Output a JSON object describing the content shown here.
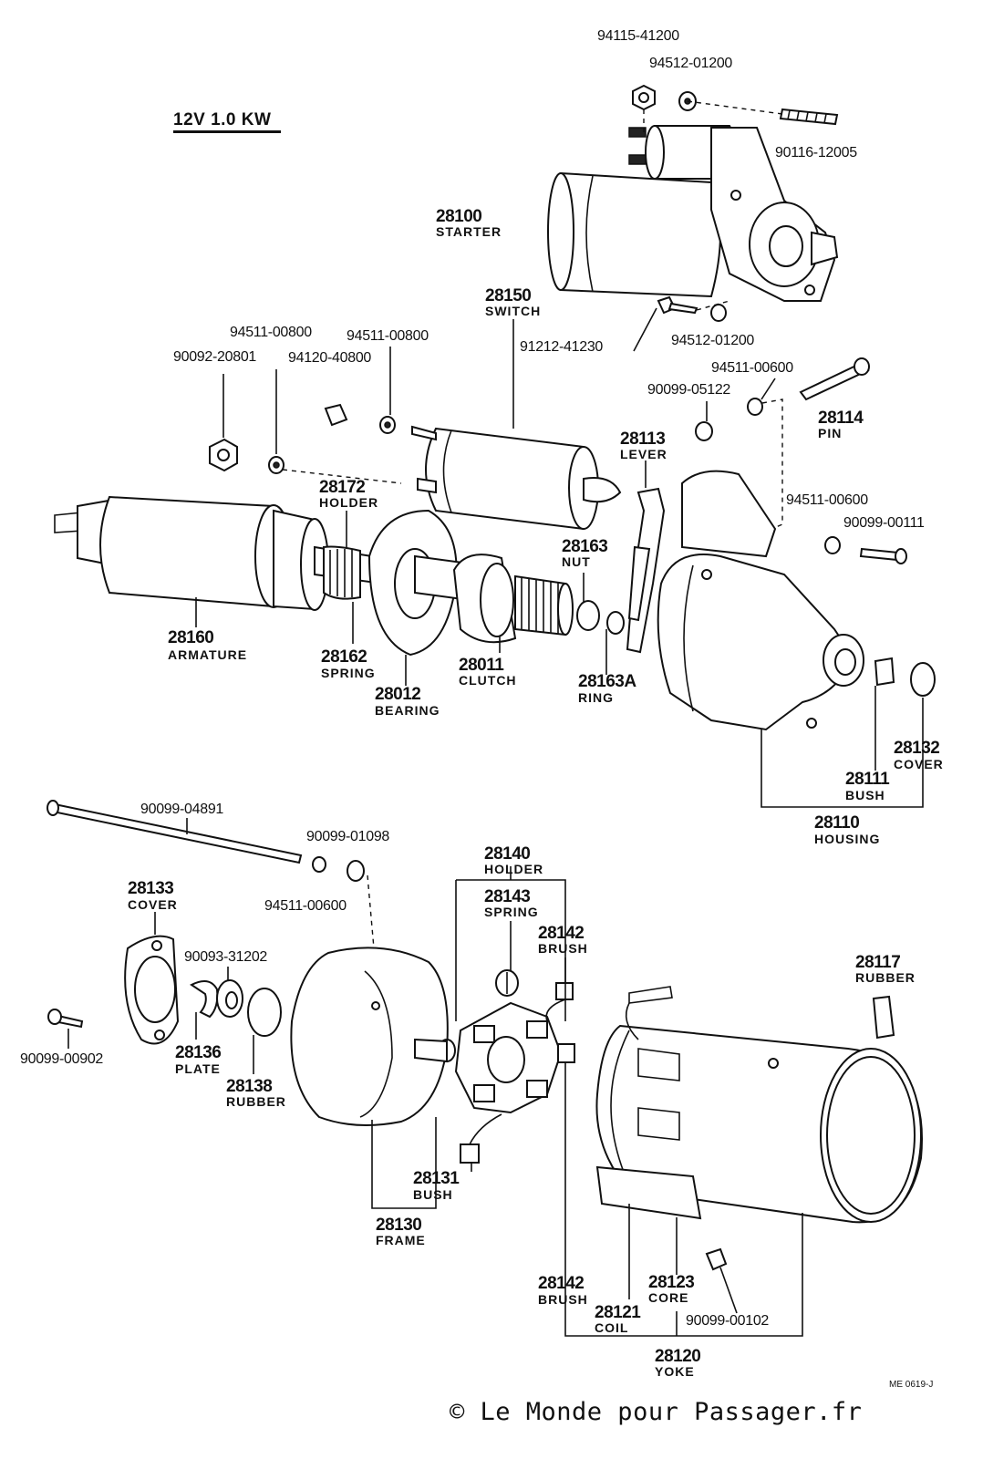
{
  "title": "12V 1.0 KW",
  "drawing_code": "ME 0619-J",
  "watermark": "© Le Monde pour Passager.fr",
  "labels": {
    "p94115": "94115-41200",
    "p94512a": "94512-01200",
    "p90116": "90116-12005",
    "starter_num": "28100",
    "starter_name": "STARTER",
    "switch_num": "28150",
    "switch_name": "SWITCH",
    "p91212": "91212-41230",
    "p94512b": "94512-01200",
    "p94511a": "94511-00800",
    "p94511b": "94511-00800",
    "p90092": "90092-20801",
    "p94120": "94120-40800",
    "p94511c": "94511-00600",
    "p90099a": "90099-05122",
    "pin_num": "28114",
    "pin_name": "PIN",
    "lever_num": "28113",
    "lever_name": "LEVER",
    "holder1_num": "28172",
    "holder1_name": "HOLDER",
    "p94511d": "94511-00600",
    "p90099b": "90099-00111",
    "nut_num": "28163",
    "nut_name": "NUT",
    "armature_num": "28160",
    "armature_name": "ARMATURE",
    "spring1_num": "28162",
    "spring1_name": "SPRING",
    "bearing_num": "28012",
    "bearing_name": "BEARING",
    "clutch_num": "28011",
    "clutch_name": "CLUTCH",
    "ring_num": "28163A",
    "ring_name": "RING",
    "cover1_num": "28132",
    "cover1_name": "COVER",
    "bush1_num": "28111",
    "bush1_name": "BUSH",
    "housing_num": "28110",
    "housing_name": "HOUSING",
    "p90099c": "90099-04891",
    "p90099d": "90099-01098",
    "holder2_num": "28140",
    "holder2_name": "HOLDER",
    "spring2_num": "28143",
    "spring2_name": "SPRING",
    "brush1_num": "28142",
    "brush1_name": "BRUSH",
    "cover2_num": "28133",
    "cover2_name": "COVER",
    "p94511e": "94511-00600",
    "p90093": "90093-31202",
    "rubber1_num": "28117",
    "rubber1_name": "RUBBER",
    "p90099e": "90099-00902",
    "plate_num": "28136",
    "plate_name": "PLATE",
    "rubber2_num": "28138",
    "rubber2_name": "RUBBER",
    "bush2_num": "28131",
    "bush2_name": "BUSH",
    "frame_num": "28130",
    "frame_name": "FRAME",
    "brush2_num": "28142",
    "brush2_name": "BRUSH",
    "core_num": "28123",
    "core_name": "CORE",
    "coil_num": "28121",
    "coil_name": "COIL",
    "p90099f": "90099-00102",
    "yoke_num": "28120",
    "yoke_name": "YOKE"
  }
}
